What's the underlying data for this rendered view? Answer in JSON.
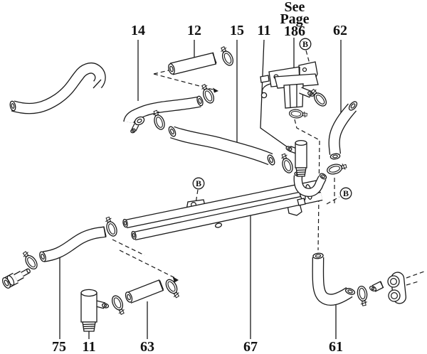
{
  "diagram": {
    "kind": "exploded-parts-diagram",
    "background_color": "#ffffff",
    "line_color": "#1a1a1a"
  },
  "see_page_note": {
    "word1": "See",
    "word2": "Page",
    "number": "186"
  },
  "top_callouts": {
    "c14": "14",
    "c12": "12",
    "c15": "15",
    "c11": "11",
    "c62": "62"
  },
  "bottom_callouts": {
    "c75": "75",
    "c11": "11",
    "c63": "63",
    "c67": "67",
    "c61": "61"
  },
  "view_marker": {
    "letter": "B"
  }
}
